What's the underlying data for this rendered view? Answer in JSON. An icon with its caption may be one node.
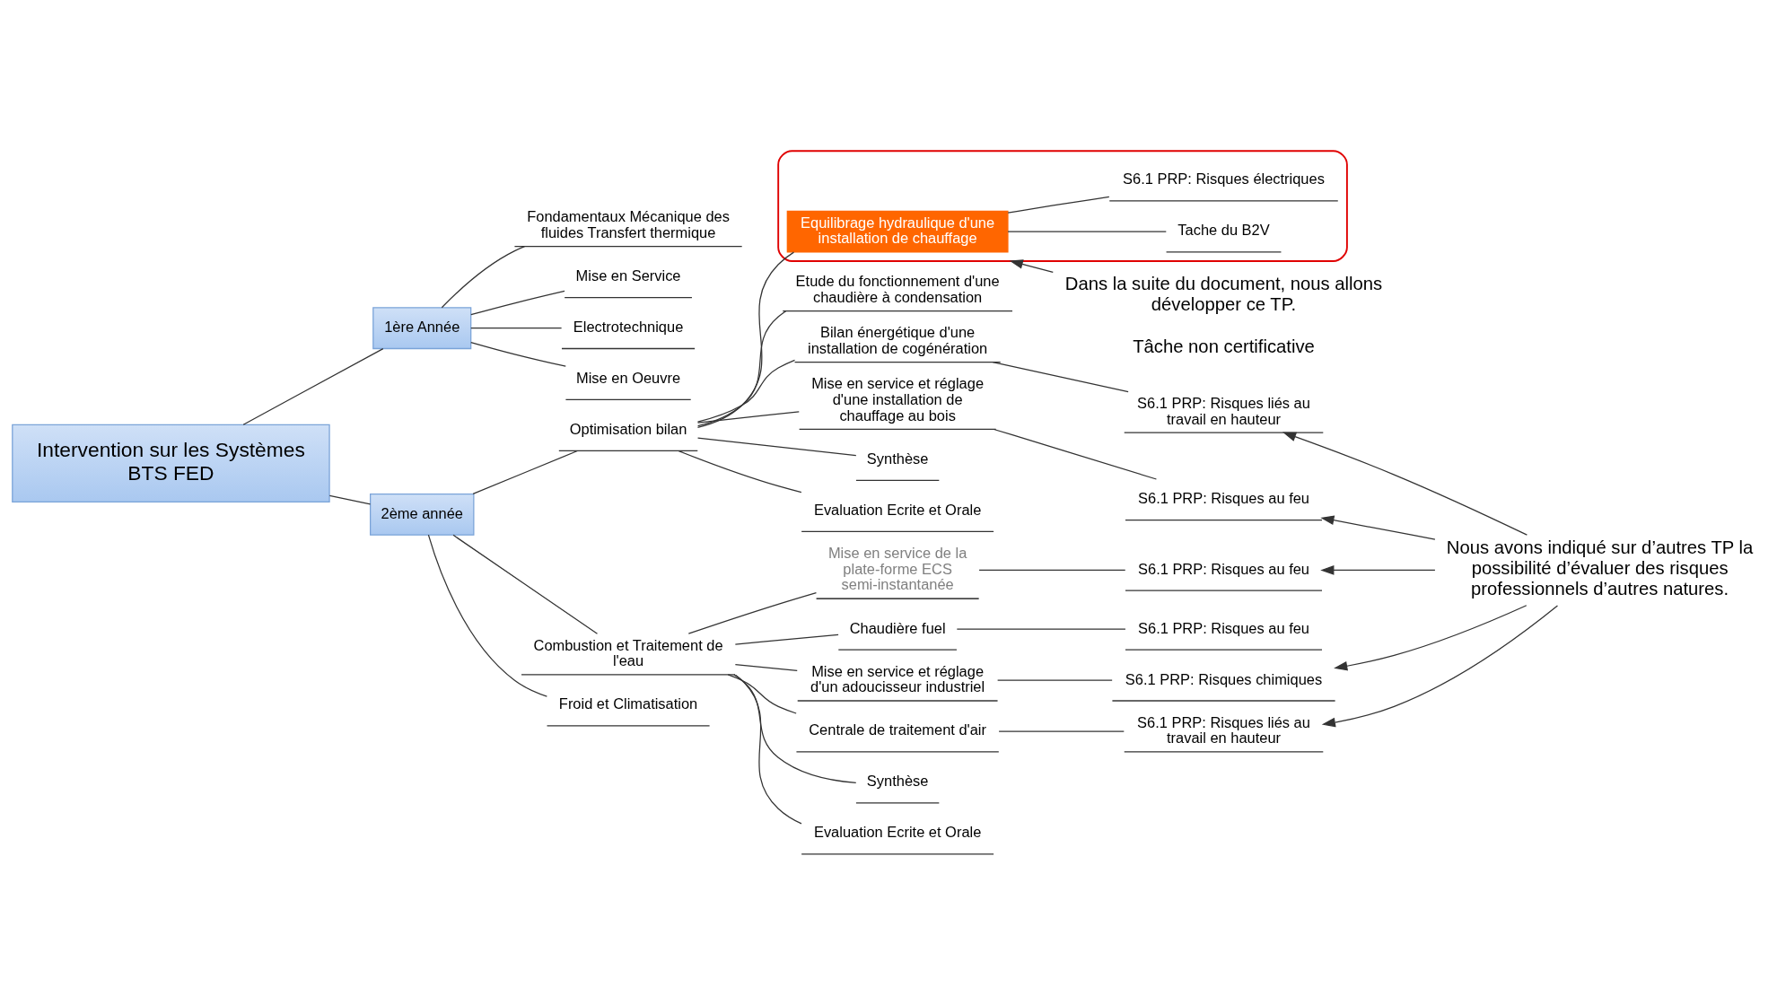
{
  "diagram": {
    "nodes": [
      {
        "text": [
          "Intervention sur les Systèmes BTS FED"
        ]
      },
      {
        "text": [
          "1ère Année"
        ]
      },
      {
        "text": [
          "Fondamentaux Mécanique des fluides Transfert thermique"
        ]
      },
      {
        "text": [
          "Mise en Service"
        ]
      },
      {
        "text": [
          "Electrotechnique"
        ]
      },
      {
        "text": [
          "Mise en Oeuvre"
        ]
      },
      {
        "text": [
          "2ème année"
        ]
      },
      {
        "text": [
          "Optimisation bilan"
        ]
      },
      {
        "text": [],
        "shape": "ellipse"
      },
      {
        "text": [
          "Equilibrage hydraulique d'une installation de chauffage"
        ],
        "in": 8
      },
      {
        "text": [
          "Tache du B2V"
        ],
        "in": 8
      },
      {
        "text": [
          "S6.1 PRP: Risques électriques"
        ],
        "in": 8
      },
      {
        "text": [
          "Etude du fonctionnement d'une chaudière à condensation"
        ]
      },
      {
        "text": [
          "Bilan énergétique d'une installation de cogénération"
        ]
      },
      {
        "text": [
          "S6.1 PRP: Risques liés au travail en hauteur"
        ]
      },
      {
        "text": [
          "Mise en service et réglage d'une installation de chauffage au bois"
        ]
      },
      {
        "text": [
          "S6.1 PRP: Risques au feu"
        ]
      },
      {
        "text": [
          "Synthèse"
        ]
      },
      {
        "text": [
          "Evaluation Ecrite et Orale"
        ]
      },
      {
        "text": [
          "Combustion et Traitement de l'eau"
        ]
      },
      {
        "text": [
          "Mise en service de la plate-forme ECS semi-instantanée"
        ]
      },
      {
        "text": [
          "S6.1 PRP: Risques au feu"
        ]
      },
      {
        "text": [
          "Chaudière fuel"
        ]
      },
      {
        "text": [
          "S6.1 PRP: Risques au feu"
        ]
      },
      {
        "text": [
          "Mise en service et réglage d'un adoucisseur industriel"
        ]
      },
      {
        "text": [
          "S6.1 PRP: Risques chimiques"
        ]
      },
      {
        "text": [
          "Centrale de traitement d'air"
        ]
      },
      {
        "text": [
          "S6.1 PRP: Risques liés au travail en hauteur"
        ]
      },
      {
        "text": [
          "Synthèse"
        ]
      },
      {
        "text": [
          "Evaluation Ecrite et Orale"
        ]
      },
      {
        "text": [
          "Froid et Climatisation"
        ]
      },
      {
        "text": [
          "Dans la suite du document, nous allons développer ce TP.",
          "Tâche non certificative"
        ]
      },
      {
        "text": [
          "Nous avons indiqué sur d’autres TP la possibilité d’évaluer des risques professionnels d’autres natures."
        ]
      }
    ],
    "edges": [
      {
        "from": 0,
        "to": 1,
        "arrow": "none"
      },
      {
        "from": 1,
        "to": 2,
        "arrow": "none"
      },
      {
        "from": 1,
        "to": 3,
        "arrow": "none"
      },
      {
        "from": 1,
        "to": 4,
        "arrow": "none"
      },
      {
        "from": 1,
        "to": 5,
        "arrow": "none"
      },
      {
        "from": 0,
        "to": 6,
        "arrow": "none"
      },
      {
        "from": 6,
        "to": 7,
        "arrow": "none"
      },
      {
        "from": 7,
        "to": 9,
        "arrow": "none"
      },
      {
        "from": 9,
        "to": 10,
        "arrow": "none"
      },
      {
        "from": 9,
        "to": 11,
        "arrow": "none"
      },
      {
        "from": 7,
        "to": 12,
        "arrow": "none"
      },
      {
        "from": 7,
        "to": 13,
        "arrow": "none"
      },
      {
        "from": 13,
        "to": 14,
        "arrow": "none"
      },
      {
        "from": 7,
        "to": 15,
        "arrow": "none"
      },
      {
        "from": 15,
        "to": 16,
        "arrow": "none"
      },
      {
        "from": 7,
        "to": 17,
        "arrow": "none"
      },
      {
        "from": 7,
        "to": 18,
        "arrow": "none"
      },
      {
        "from": 6,
        "to": 19,
        "arrow": "none"
      },
      {
        "from": 19,
        "to": 20,
        "arrow": "none"
      },
      {
        "from": 20,
        "to": 21,
        "arrow": "none"
      },
      {
        "from": 19,
        "to": 22,
        "arrow": "none"
      },
      {
        "from": 22,
        "to": 23,
        "arrow": "none"
      },
      {
        "from": 19,
        "to": 24,
        "arrow": "none"
      },
      {
        "from": 24,
        "to": 25,
        "arrow": "none"
      },
      {
        "from": 19,
        "to": 26,
        "arrow": "none"
      },
      {
        "from": 26,
        "to": 27,
        "arrow": "none"
      },
      {
        "from": 19,
        "to": 28,
        "arrow": "none"
      },
      {
        "from": 19,
        "to": 29,
        "arrow": "none"
      },
      {
        "from": 6,
        "to": 30,
        "arrow": "none"
      },
      {
        "from": 31,
        "to": 8,
        "arrow": "to"
      },
      {
        "from": 32,
        "to": 14,
        "arrow": "to"
      },
      {
        "from": 32,
        "to": 16,
        "arrow": "to"
      },
      {
        "from": 32,
        "to": 21,
        "arrow": "to"
      },
      {
        "from": 32,
        "to": 25,
        "arrow": "to"
      },
      {
        "from": 32,
        "to": 27,
        "arrow": "to"
      }
    ]
  }
}
